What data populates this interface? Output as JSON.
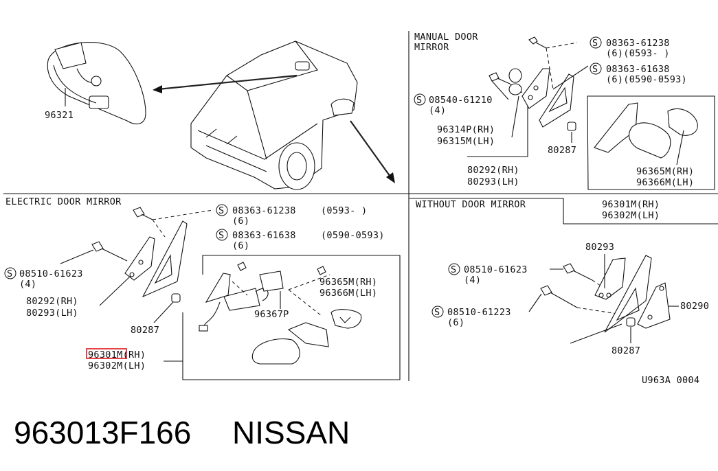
{
  "colors": {
    "ink": "#111111",
    "highlight": "#e0151b",
    "background": "#ffffff"
  },
  "sections": {
    "manual": "MANUAL DOOR\nMIRROR",
    "manual_line1": "MANUAL DOOR",
    "manual_line2": "MIRROR",
    "electric": "ELECTRIC DOOR MIRROR",
    "without": "WITHOUT DOOR MIRROR"
  },
  "labels": {
    "inner_mirror": "96321",
    "s_symbol": "S",
    "m_s1": "08363-61238",
    "m_s1_q": "(6)(0593-    )",
    "m_s2": "08363-61638",
    "m_s2_q": "(6)(0590-0593)",
    "m_s3": "08540-61210",
    "m_s3_q": "(4)",
    "m_96314": "96314P(RH)",
    "m_96315": "96315M(LH)",
    "m_80287": "80287",
    "m_80292": "80292(RH)",
    "m_80293": "80293(LH)",
    "m_96365": "96365M(RH)",
    "m_96366": "96366M(LH)",
    "m_96301": "96301M(RH)",
    "m_96302": "96302M(LH)",
    "e_s1": "08363-61238",
    "e_s1_q": "(0593-    )",
    "e_s1_n": "(6)",
    "e_s2": "08363-61638",
    "e_s2_q": "(0590-0593)",
    "e_s2_n": "(6)",
    "e_s3": "08510-61623",
    "e_s3_q": "(4)",
    "e_80292": "80292(RH)",
    "e_80293": "80293(LH)",
    "e_80287": "80287",
    "e_96301": "96301M(RH)",
    "e_96302": "96302M(LH)",
    "e_96365": "96365M(RH)",
    "e_96366": "96366M(LH)",
    "e_96367": "96367P",
    "w_80293": "80293",
    "w_s1": "08510-61623",
    "w_s1_q": "(4)",
    "w_s2": "08510-61223",
    "w_s2_q": "(6)",
    "w_80290": "80290",
    "w_80287": "80287",
    "diagram_code": "U963A 0004"
  },
  "footer": {
    "part_number": "963013F166",
    "brand": "NISSAN"
  }
}
